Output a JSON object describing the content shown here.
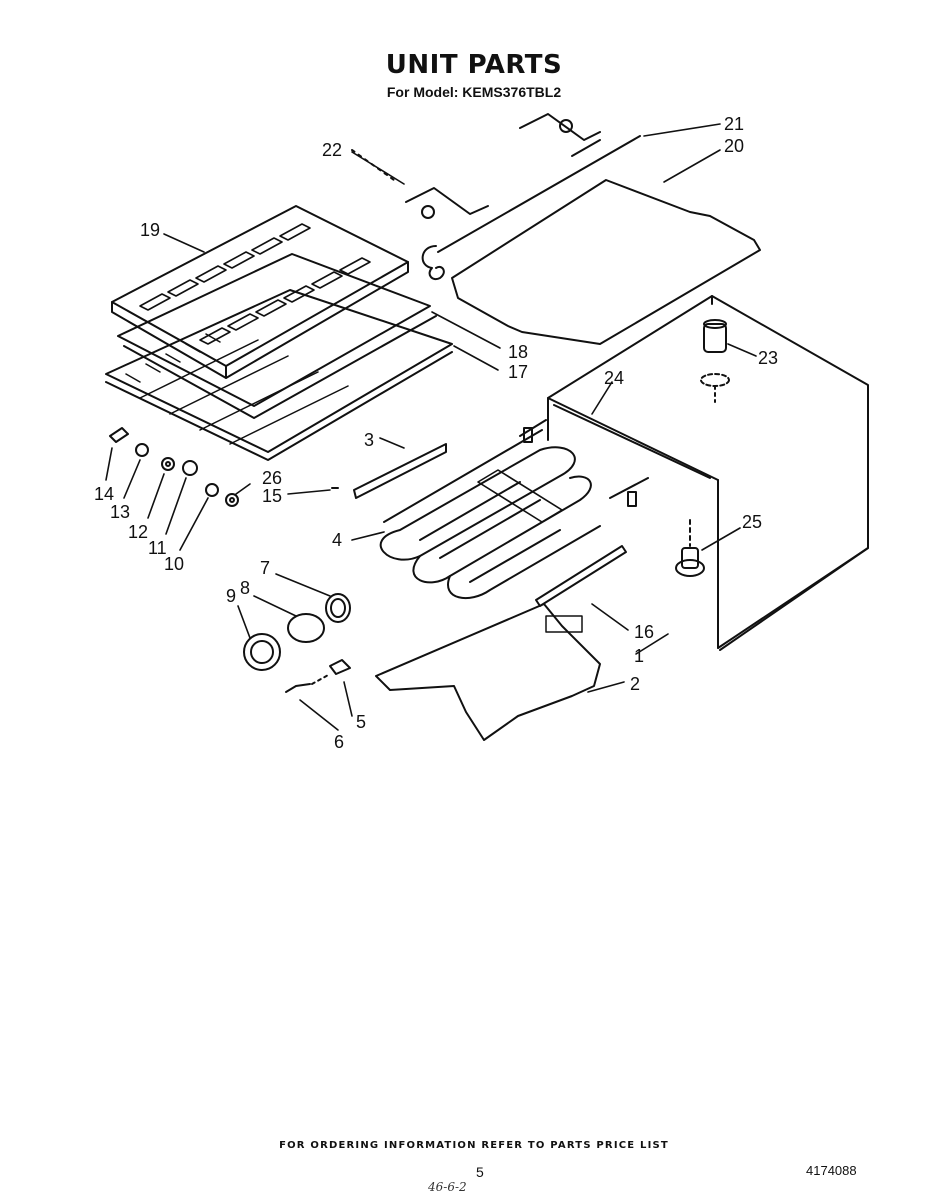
{
  "header": {
    "title": "UNIT PARTS",
    "subtitle": "For Model: KEMS376TBL2"
  },
  "callouts": [
    "1",
    "2",
    "3",
    "4",
    "5",
    "6",
    "7",
    "8",
    "9",
    "10",
    "11",
    "12",
    "13",
    "14",
    "15",
    "16",
    "17",
    "18",
    "19",
    "20",
    "21",
    "22",
    "23",
    "24",
    "25",
    "26"
  ],
  "footer": {
    "ordering_note": "FOR ORDERING INFORMATION REFER TO PARTS PRICE LIST",
    "page_number": "5",
    "part_number": "4174088",
    "handwritten_mark": "46-6-2"
  }
}
